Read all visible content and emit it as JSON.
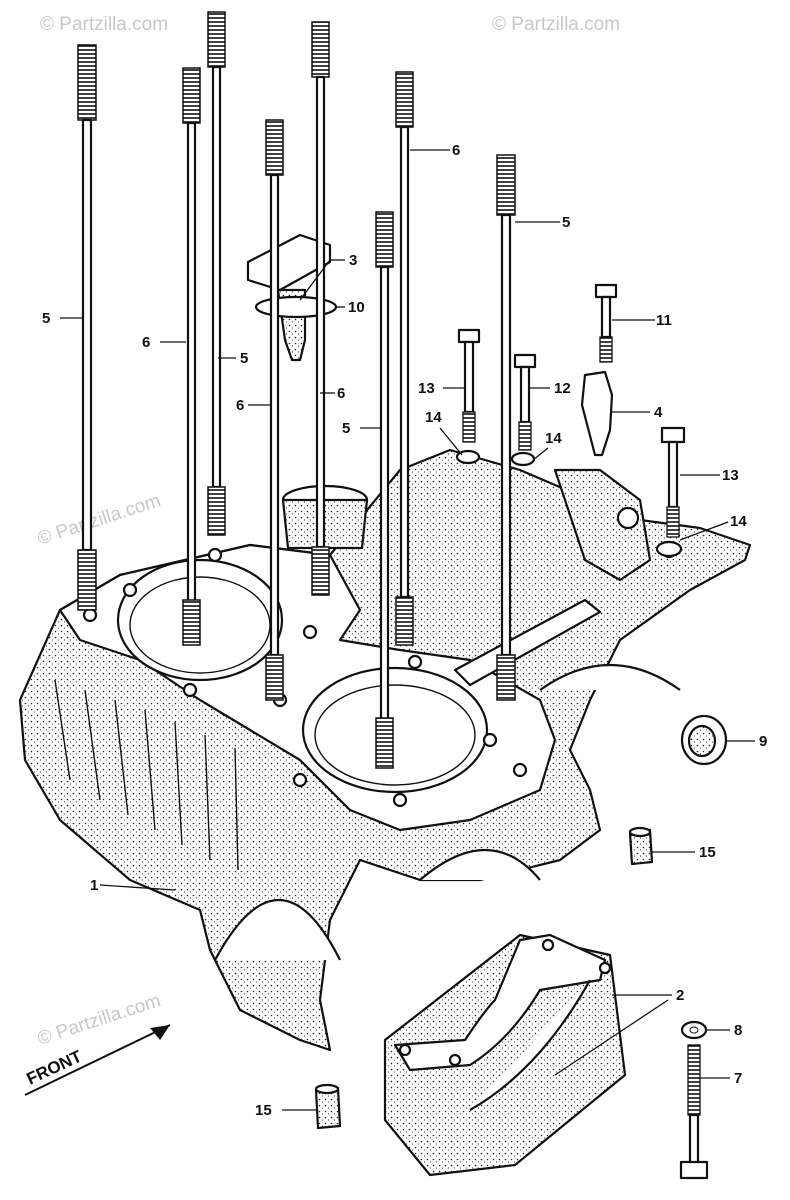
{
  "watermark": "© Partzilla.com",
  "front_label": "FRONT",
  "callouts": {
    "c1": "1",
    "c2": "2",
    "c3": "3",
    "c4": "4",
    "c5a": "5",
    "c5b": "5",
    "c5c": "5",
    "c5d": "5",
    "c6a": "6",
    "c6b": "6",
    "c6c": "6",
    "c6d": "6",
    "c7": "7",
    "c8": "8",
    "c9": "9",
    "c10": "10",
    "c11": "11",
    "c12": "12",
    "c13a": "13",
    "c13b": "13",
    "c14a": "14",
    "c14b": "14",
    "c14c": "14",
    "c15a": "15",
    "c15b": "15"
  }
}
